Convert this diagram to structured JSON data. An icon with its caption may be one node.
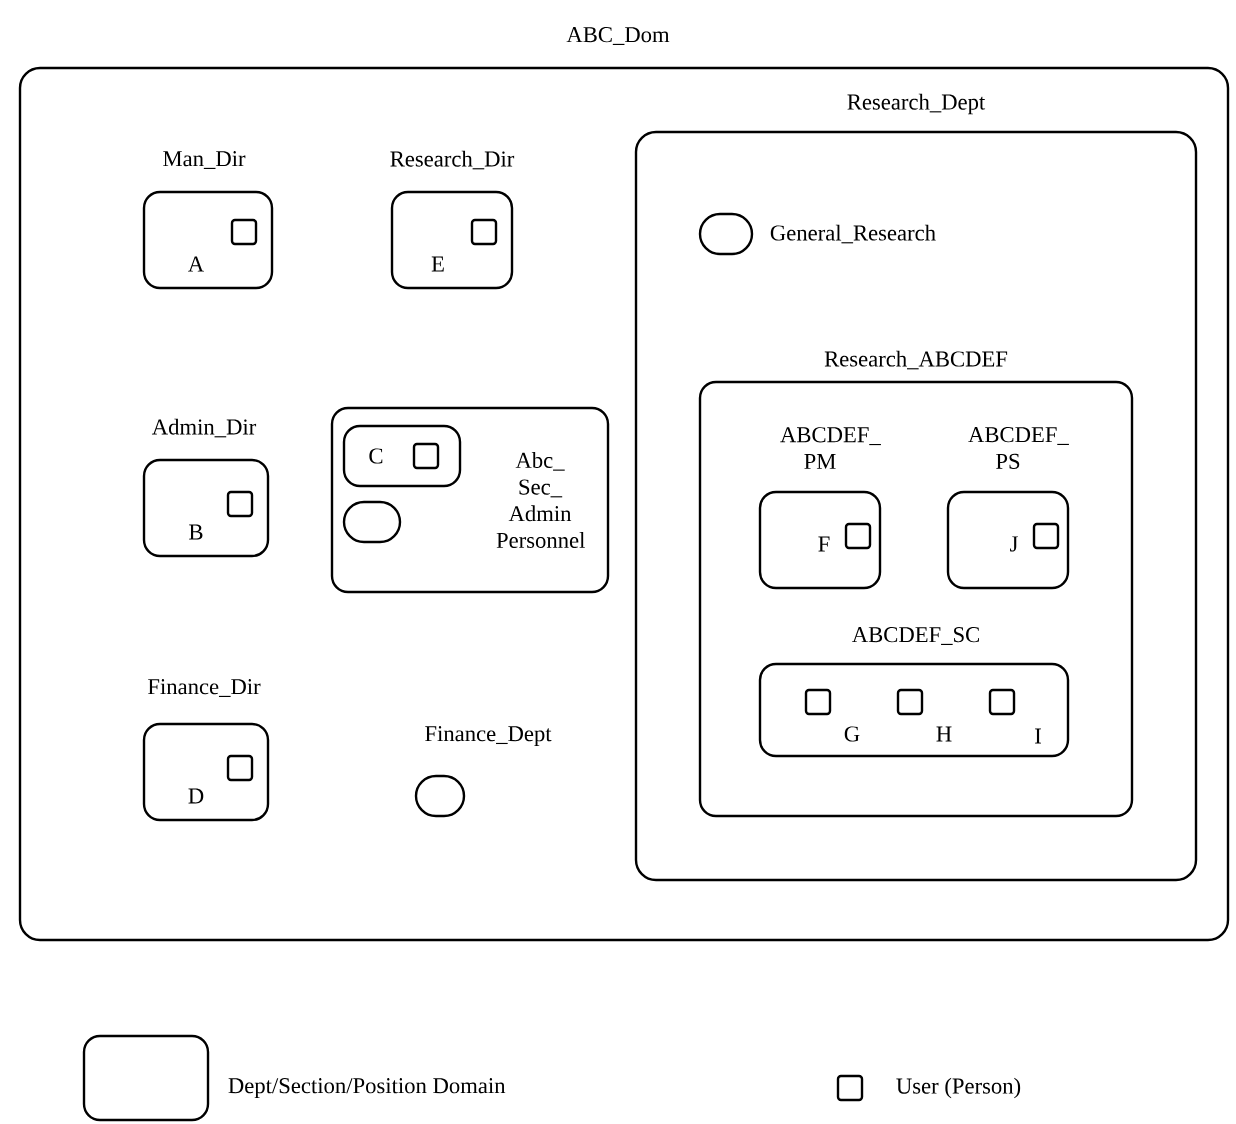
{
  "diagram": {
    "nodes": [
      {
        "text": [
          "ABC_Dom"
        ]
      },
      {
        "text": [
          "Man_Dir"
        ],
        "in": 0
      },
      {
        "text": [],
        "shape": "box",
        "beside": [
          "A"
        ],
        "in": 1
      },
      {
        "text": [
          "Research_Dir"
        ],
        "in": 0
      },
      {
        "text": [],
        "shape": "box",
        "beside": [
          "E"
        ],
        "in": 3
      },
      {
        "text": [
          "Research_Dept"
        ],
        "in": 0
      },
      {
        "text": [
          "General_Research"
        ],
        "in": 5
      },
      {
        "text": [
          "Research_ABCDEF"
        ],
        "in": 5
      },
      {
        "text": [
          "ABCDEF_ PM"
        ],
        "in": 7
      },
      {
        "text": [],
        "shape": "box",
        "beside": [
          "F"
        ],
        "in": 8
      },
      {
        "text": [
          "ABCDEF_ PS"
        ],
        "in": 7
      },
      {
        "text": [],
        "shape": "box",
        "beside": [
          "J"
        ],
        "in": 10
      },
      {
        "text": [
          "ABCDEF_SC"
        ],
        "in": 7
      },
      {
        "text": [],
        "shape": "box",
        "beside": [
          "G"
        ],
        "in": 12
      },
      {
        "text": [],
        "shape": "box",
        "beside": [
          "H"
        ],
        "in": 12
      },
      {
        "text": [],
        "shape": "box",
        "beside": [
          "I"
        ],
        "in": 12
      },
      {
        "text": [
          "Admin_Dir"
        ],
        "in": 0
      },
      {
        "text": [],
        "shape": "box",
        "beside": [
          "B"
        ],
        "in": 16
      },
      {
        "text": [
          "Abc_ Sec_ Admin Personnel"
        ],
        "in": 0
      },
      {
        "text": [],
        "shape": "box",
        "in": 18
      },
      {
        "text": [],
        "shape": "box",
        "beside": [
          "C"
        ],
        "in": 19
      },
      {
        "text": [],
        "shape": "oval",
        "in": 18
      },
      {
        "text": [
          "Finance_Dir"
        ],
        "in": 0
      },
      {
        "text": [],
        "shape": "box",
        "beside": [
          "D"
        ],
        "in": 22
      },
      {
        "text": [
          "Finance_Dept"
        ],
        "in": 0
      }
    ],
    "legend": [
      {
        "text": "Dept/Section/Position Domain"
      },
      {
        "text": "User (Person)"
      }
    ]
  }
}
